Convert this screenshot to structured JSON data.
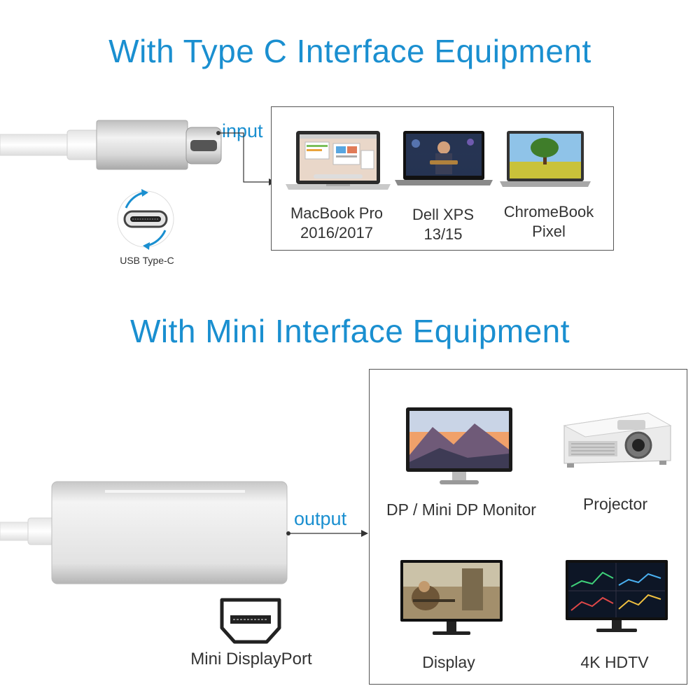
{
  "section_typec": {
    "title": "With Type C Interface Equipment",
    "connector_label": "input",
    "port_label": "USB Type-C",
    "devices": [
      {
        "line1": "MacBook Pro",
        "line2": "2016/2017"
      },
      {
        "line1": "Dell XPS",
        "line2": "13/15"
      },
      {
        "line1": "ChromeBook",
        "line2": "Pixel"
      }
    ]
  },
  "section_mini": {
    "title": "With Mini Interface Equipment",
    "connector_label": "output",
    "port_label": "Mini DisplayPort",
    "devices": [
      {
        "label": "DP / Mini DP Monitor"
      },
      {
        "label": "Projector"
      },
      {
        "label": "Display"
      },
      {
        "label": "4K HDTV"
      }
    ]
  },
  "colors": {
    "accent_blue": "#1a8fd0",
    "cable_white": "#f3f3f3",
    "plug_silver": "#d6d6d6"
  }
}
